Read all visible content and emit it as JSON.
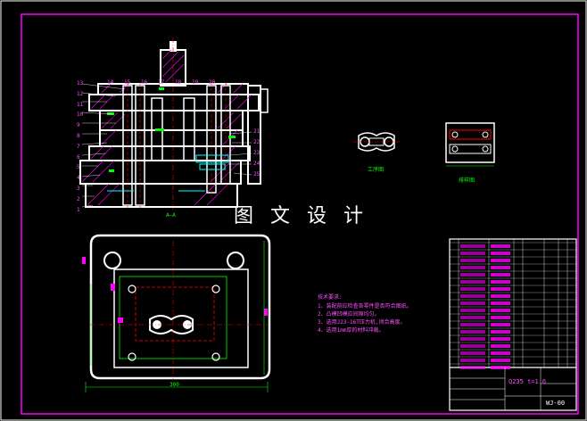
{
  "drawing": {
    "watermark": "图 文 设 计",
    "section_label": "A—A",
    "process_label": "工序图",
    "blank_label": "排样图",
    "dimension_label": "300",
    "tech_notes": {
      "title": "技术要求:",
      "items": [
        "1、装配前应检查各零件是否符合图纸。",
        "2、凸模凹模应间隙均匀。",
        "3、选用J23-16T压力机,闭合高度。",
        "4、选用1mm厚的材料冲裁。"
      ]
    },
    "title_block": {
      "material": "Q235  t=1.6",
      "drawing_no": "WJ-00"
    },
    "left_numbers": [
      "13",
      "12",
      "11",
      "10",
      "9",
      "8",
      "7",
      "6",
      "5",
      "4",
      "3",
      "2",
      "1"
    ],
    "top_numbers": [
      "14",
      "15",
      "16",
      "17",
      "18",
      "19",
      "20"
    ],
    "right_numbers": [
      "21",
      "22",
      "23",
      "24",
      "25"
    ],
    "colors": {
      "background": "#000000",
      "frame": "#ffffff",
      "hatch": "#ff00ff",
      "centerline": "#ff0000",
      "highlight": "#00ff00",
      "dimension": "#00ffff"
    }
  }
}
